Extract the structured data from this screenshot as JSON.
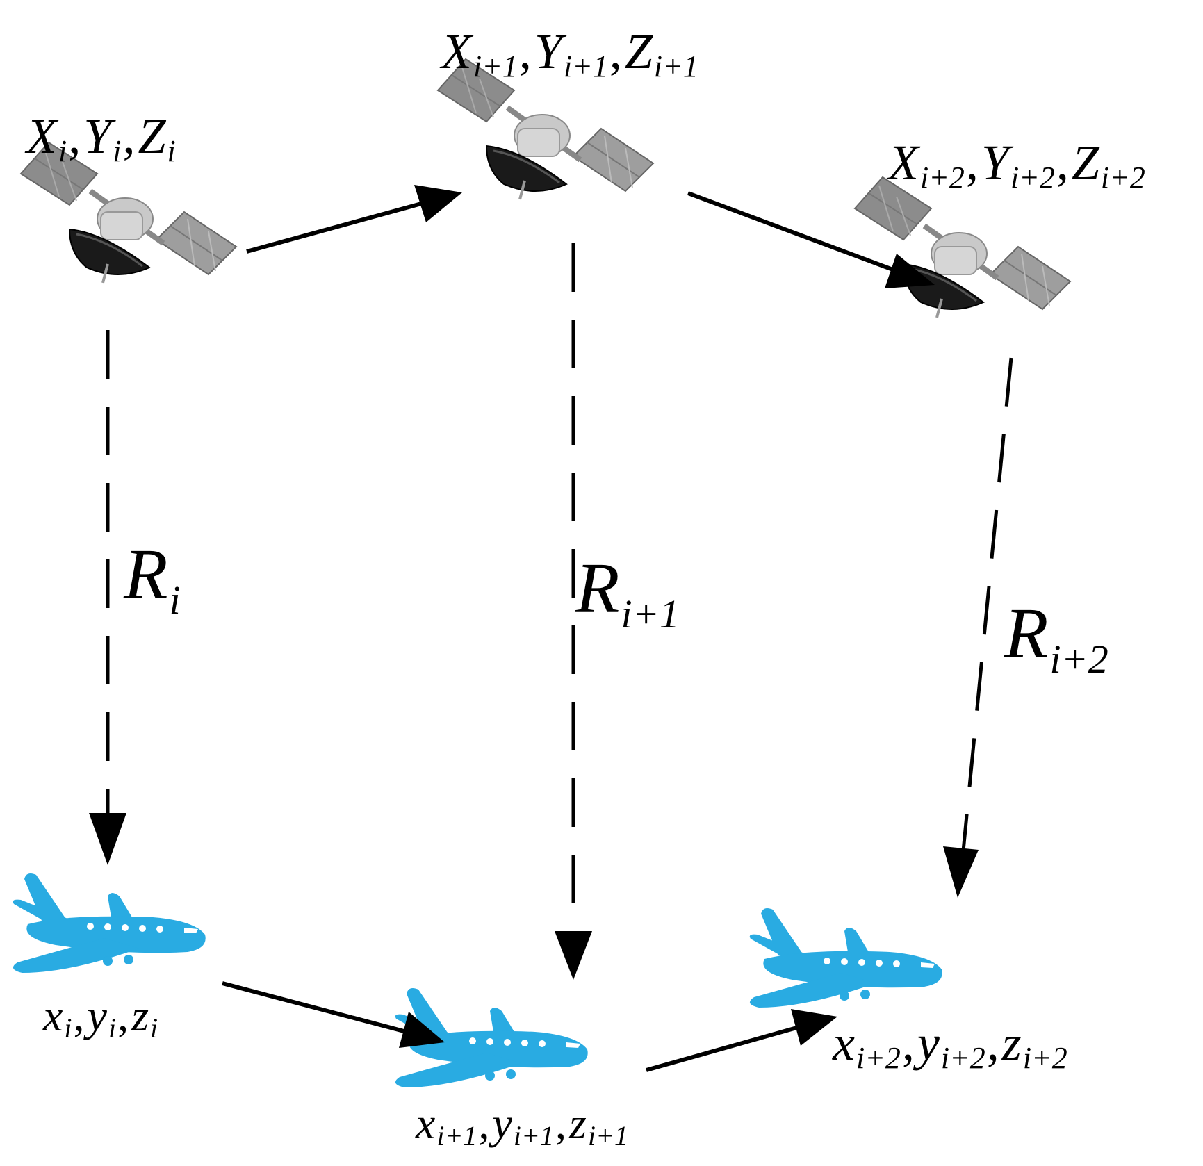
{
  "colors": {
    "ink": "#000000",
    "aircraft": "#29ABE2",
    "satellite_body": "#BDBDBD",
    "satellite_panel": "#8C8C8C",
    "satellite_dish": "#1A1A1A"
  },
  "icons": {
    "satellite": "satellite-icon",
    "aircraft": "airplane-icon"
  },
  "labels": {
    "sat_i": {
      "a": "X",
      "as": "i",
      "b": "Y",
      "bs": "i",
      "c": "Z",
      "cs": "i",
      "sep": ","
    },
    "sat_i1": {
      "a": "X",
      "as": "i+1",
      "b": "Y",
      "bs": "i+1",
      "c": "Z",
      "cs": "i+1",
      "sep": ","
    },
    "sat_i2": {
      "a": "X",
      "as": "i+2",
      "b": "Y",
      "bs": "i+2",
      "c": "Z",
      "cs": "i+2",
      "sep": ","
    },
    "air_i": {
      "a": "x",
      "as": "i",
      "b": "y",
      "bs": "i",
      "c": "z",
      "cs": "i",
      "sep": ","
    },
    "air_i1": {
      "a": "x",
      "as": "i+1",
      "b": "y",
      "bs": "i+1",
      "c": "z",
      "cs": "i+1",
      "sep": ","
    },
    "air_i2": {
      "a": "x",
      "as": "i+2",
      "b": "y",
      "bs": "i+2",
      "c": "z",
      "cs": "i+2",
      "sep": ","
    },
    "range_i": {
      "v": "R",
      "s": "i"
    },
    "range_i1": {
      "v": "R",
      "s": "i+1"
    },
    "range_i2": {
      "v": "R",
      "s": "i+2"
    }
  }
}
